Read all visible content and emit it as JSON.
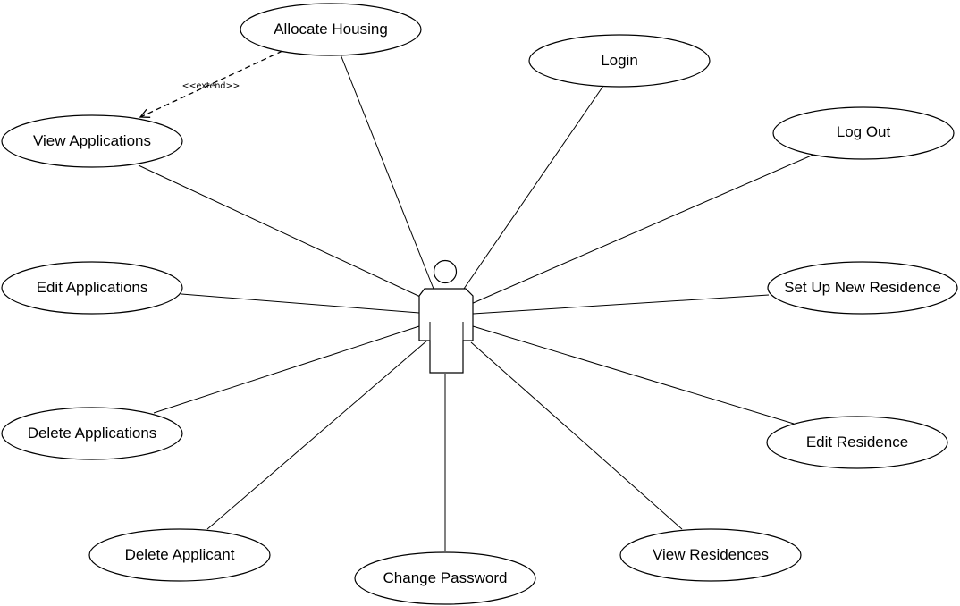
{
  "use_cases": [
    {
      "id": "allocate-housing",
      "label": "Allocate Housing"
    },
    {
      "id": "login",
      "label": "Login"
    },
    {
      "id": "view-applications",
      "label": "View Applications"
    },
    {
      "id": "log-out",
      "label": "Log Out"
    },
    {
      "id": "edit-applications",
      "label": "Edit Applications"
    },
    {
      "id": "set-up-new-residence",
      "label": "Set Up New Residence"
    },
    {
      "id": "delete-applications",
      "label": "Delete Applications"
    },
    {
      "id": "edit-residence",
      "label": "Edit Residence"
    },
    {
      "id": "delete-applicant",
      "label": "Delete Applicant"
    },
    {
      "id": "change-password",
      "label": "Change Password"
    },
    {
      "id": "view-residences",
      "label": "View Residences"
    }
  ],
  "extend_relation": {
    "from": "allocate-housing",
    "to": "view-applications",
    "label": "<<extend>>"
  }
}
